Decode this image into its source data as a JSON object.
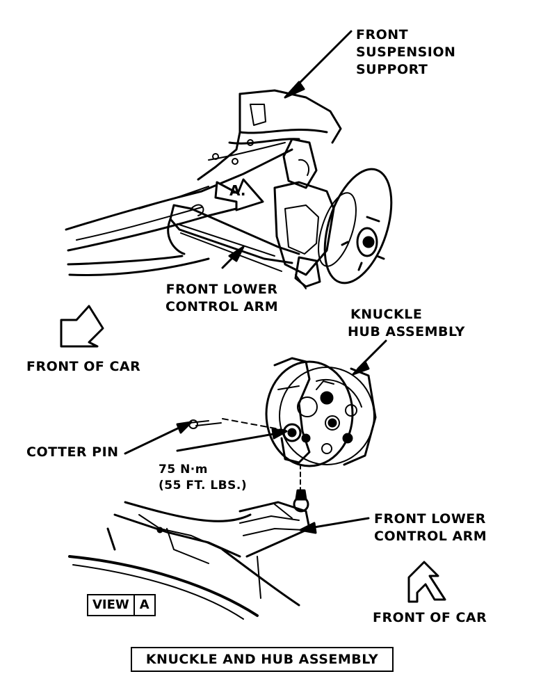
{
  "labels": {
    "front_suspension_support": [
      "FRONT",
      "SUSPENSION",
      "SUPPORT"
    ],
    "front_lower_control_arm_top": [
      "FRONT LOWER",
      "CONTROL ARM"
    ],
    "front_of_car_left": "FRONT OF CAR",
    "knuckle_hub_assembly": [
      "KNUCKLE",
      "HUB ASSEMBLY"
    ],
    "cotter_pin": "COTTER PIN",
    "torque_spec": [
      "75 N·m",
      "(55 FT. LBS.)"
    ],
    "front_lower_control_arm_bottom": [
      "FRONT LOWER",
      "CONTROL ARM"
    ],
    "view_word": "VIEW",
    "view_letter": "A",
    "front_of_car_right": "FRONT OF CAR",
    "view_callout": "A.",
    "caption": "KNUCKLE AND HUB ASSEMBLY"
  }
}
